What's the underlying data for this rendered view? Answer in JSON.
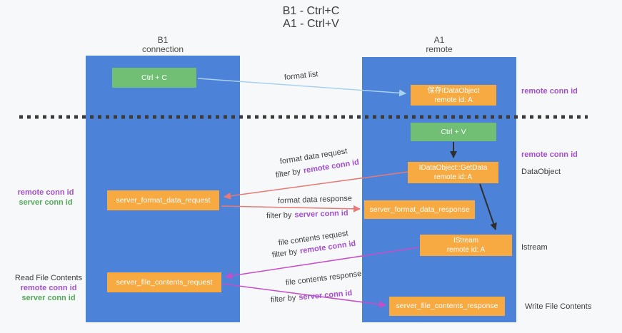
{
  "title": {
    "line1": "B1 - Ctrl+C",
    "line2": "A1 - Ctrl+V"
  },
  "lifelines": [
    {
      "name": "B1",
      "role": "connection"
    },
    {
      "name": "A1",
      "role": "remote"
    }
  ],
  "nodes": {
    "ctrl_c": {
      "label": "Ctrl + C"
    },
    "save_idataobject": {
      "line1": "保存IDataObject",
      "line2": "remote id: A"
    },
    "ctrl_v": {
      "label": "Ctrl + V"
    },
    "getdata": {
      "line1": "IDataObject::GetData",
      "line2": "remote id: A"
    },
    "format_request": {
      "label": "server_format_data_request"
    },
    "format_response": {
      "label": "server_format_data_response"
    },
    "istream": {
      "line1": "IStream",
      "line2": "remote id: A"
    },
    "file_request": {
      "label": "server_file_contents_request"
    },
    "file_response": {
      "label": "server_file_contents_response"
    }
  },
  "flows": [
    {
      "label": "format list"
    },
    {
      "label": "format data request",
      "filter": "filter by",
      "filter_key": "remote conn id"
    },
    {
      "label": "format data response",
      "filter": "filter by",
      "filter_key": "server conn id"
    },
    {
      "label": "file contents request",
      "filter": "filter by",
      "filter_key": "remote conn id"
    },
    {
      "label": "file contents response",
      "filter": "filter by",
      "filter_key": "server conn id"
    }
  ],
  "annotations": {
    "right": [
      {
        "text": "remote conn id"
      },
      {
        "text": "remote conn id"
      },
      {
        "text": "DataObject"
      },
      {
        "text": "Istream"
      },
      {
        "text": "Write File Contents"
      }
    ],
    "left": {
      "group1": [
        {
          "text": "remote conn id"
        },
        {
          "text": "server conn id"
        }
      ],
      "group2_title": "Read File Contents",
      "group2": [
        {
          "text": "remote conn id"
        },
        {
          "text": "server conn id"
        }
      ]
    }
  },
  "colors": {
    "lifeline_blue": "#4c82d8",
    "action_green": "#70bf74",
    "message_orange": "#f7aa41",
    "format_arrow_red": "#e87974",
    "file_arrow_magenta": "#c74ec7",
    "format_list_blue": "#a9d1f0",
    "black_arrow": "#2f2f2f",
    "remote_conn_purple": "#a44fd0",
    "server_conn_green": "#53a957"
  }
}
